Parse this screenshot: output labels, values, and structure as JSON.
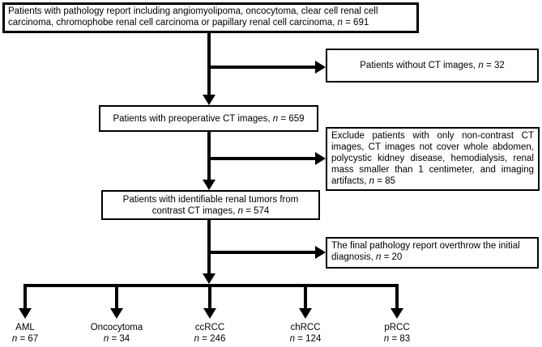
{
  "figure": {
    "type": "patient-selection-flowchart",
    "n_symbol": "n"
  },
  "colors": {
    "line": "#000000",
    "background": "#ffffff",
    "border": "#000000",
    "text": "#000000"
  },
  "boxes": {
    "top": {
      "pre": "Patients with pathology report including angiomyolipoma, oncocytoma, clear cell renal cell carcinoma, chromophobe renal cell carcinoma or papillary renal cell carcinoma,",
      "eq": "= 691"
    },
    "no_ct": {
      "pre": "Patients without CT images,",
      "eq": "= 32"
    },
    "preop": {
      "pre": "Patients with preoperative CT images,",
      "eq": "= 659"
    },
    "exclude": {
      "pre": "Exclude patients with only non-contrast CT images, CT images not cover whole abdomen, polycystic kidney disease, hemodialysis, renal mass smaller than 1 centimeter, and imaging artifacts,",
      "eq": "= 85"
    },
    "identifiable": {
      "pre": "Patients with identifiable renal tumors from contrast CT images,",
      "eq": "= 574"
    },
    "overthrow": {
      "pre": "The final pathology report overthrow the initial diagnosis,",
      "eq": "= 20"
    }
  },
  "outcomes": [
    {
      "label": "AML",
      "eq": "= 67"
    },
    {
      "label": "Oncocytoma",
      "eq": "= 34"
    },
    {
      "label": "ccRCC",
      "eq": "= 246"
    },
    {
      "label": "chRCC",
      "eq": "= 124"
    },
    {
      "label": "pRCC",
      "eq": "= 83"
    }
  ]
}
